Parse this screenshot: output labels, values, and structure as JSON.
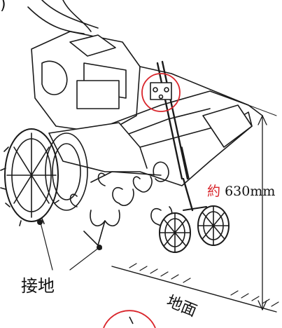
{
  "labels": {
    "corner_mark": ")",
    "ground_contact": "接地",
    "ground": "地面",
    "height_prefix": "約",
    "height_value": "630mm"
  },
  "colors": {
    "highlight": "#d9252b",
    "line": "#1a1a1a",
    "background": "#ffffff"
  },
  "icons": {
    "machine": "walk-behind-tiller-drawing",
    "circle": "highlight-circle"
  }
}
